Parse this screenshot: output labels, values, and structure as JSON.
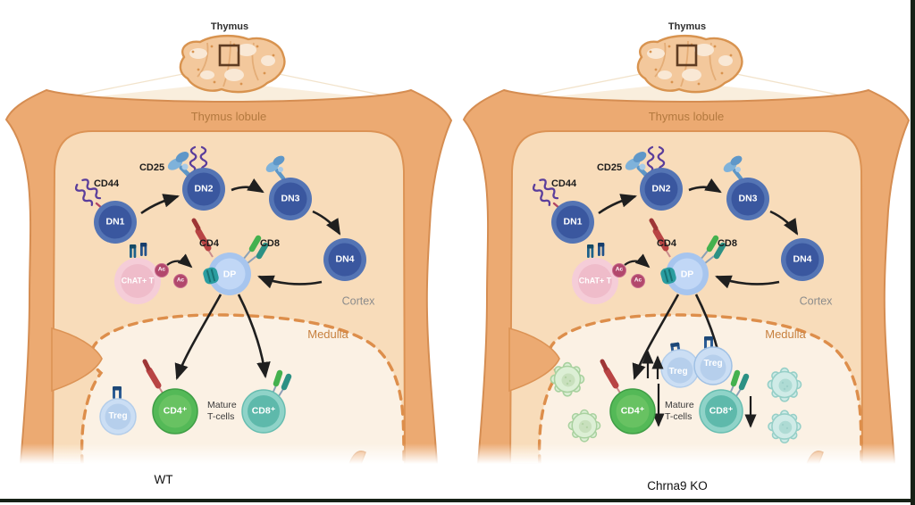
{
  "figure": {
    "description": "Thymic T-cell development diagram comparing WT and Chrna9 KO thymus lobules"
  },
  "panels": [
    {
      "caption": "WT"
    },
    {
      "caption": "Chrna9 KO"
    }
  ],
  "organ": {
    "label": "Thymus",
    "lobule_label": "Thymus lobule"
  },
  "regions": {
    "cortex": "Cortex",
    "medulla": "Medulla"
  },
  "receptor_labels": {
    "cd44": "CD44",
    "cd25": "CD25",
    "cd4": "CD4",
    "cd8": "CD8"
  },
  "molecules": {
    "ac": "Ac"
  },
  "cells": {
    "dn1": "DN1",
    "dn2": "DN2",
    "dn3": "DN3",
    "dn4": "DN4",
    "dp": "DP",
    "chat_t": "ChAT+ T",
    "treg": "Treg",
    "cd4_pos": "CD4⁺",
    "cd8_pos": "CD8⁺"
  },
  "annotations": {
    "mature_line1": "Mature",
    "mature_line2": "T-cells"
  },
  "colors": {
    "frame_orange": "#ecaa72",
    "cortex_peach": "#f8dcba",
    "medulla_cream": "#fbf1e4",
    "dashed_boundary": "#dd8e4b",
    "dn_cell_blue": "#3a579f",
    "dp_cell_blue": "#a7c5ee",
    "chat_cell_pink": "#f5cdd8",
    "treg_cell_blue": "#cbdef4",
    "cd4_cell_green": "#54b957",
    "cd8_cell_teal": "#5eb9ab",
    "ac_molecule": "#b2486c",
    "cd44_purple": "#5a3d9b",
    "cd4_receptor_red": "#b84444",
    "cd8_receptor_green": "#44b14e",
    "cd8_receptor_teal": "#2c9184",
    "arrow_black": "#1f1f1f"
  }
}
